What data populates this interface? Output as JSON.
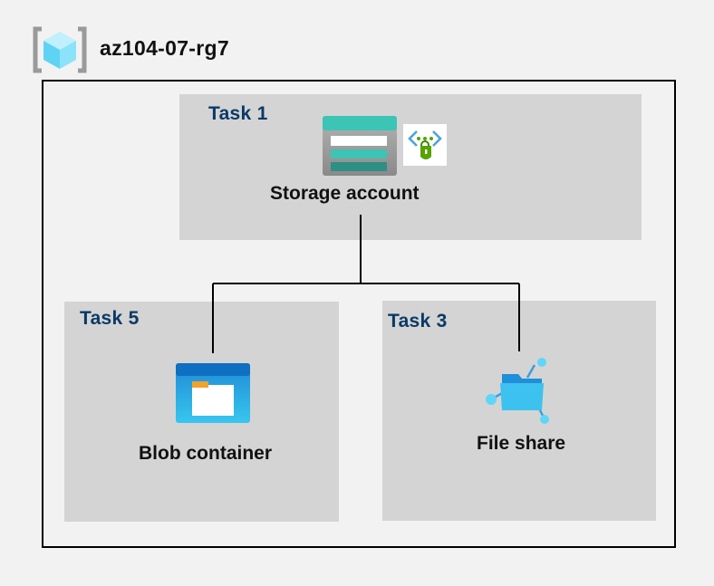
{
  "resource_group": {
    "name": "az104-07-rg7",
    "icon": "resource-group-icon"
  },
  "panels": [
    {
      "task": "Task 1",
      "resource": "Storage account",
      "icon": "storage-account-icon",
      "badge_icon": "private-endpoint-lock-icon"
    },
    {
      "task": "Task 5",
      "resource": "Blob container",
      "icon": "blob-container-icon"
    },
    {
      "task": "Task 3",
      "resource": "File share",
      "icon": "file-share-icon"
    }
  ],
  "colors": {
    "background": "#f2f2f2",
    "panel": "#d4d4d4",
    "task_label": "#0a3a66",
    "storage_teal": "#3cc4b4",
    "blob_blue": "#1e8ad6",
    "fileshare_blue": "#2aa8e0",
    "lock_green": "#57a300"
  }
}
